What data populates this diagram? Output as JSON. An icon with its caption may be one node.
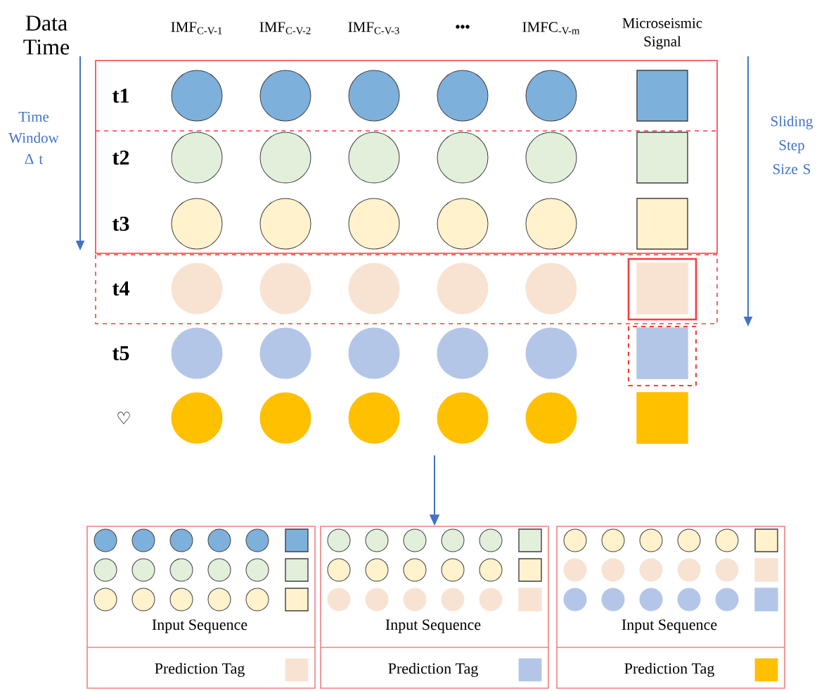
{
  "diagram": {
    "nodes": [
      {
        "text": [
          "Input Sequence",
          "Prediction Tag"
        ]
      },
      {
        "text": [
          "Input Sequence",
          "Prediction Tag"
        ]
      },
      {
        "text": [
          "Input Sequence",
          "Prediction Tag"
        ]
      }
    ],
    "edges": [
      {
        "from": null,
        "to": 1,
        "arrow": "to"
      }
    ],
    "labels": [
      "Data Time",
      "IMF$_{C-V-1}$",
      "IMF$_{C-V-2}$",
      "IMF$_{C-V-3}$",
      "•••",
      "IMFC$_{-V-m}$",
      "Microseismic Signal",
      "Time Window Δ t",
      "t1",
      "Sliding Step Size S",
      "t2",
      "t3",
      "t4",
      "t5",
      "♡"
    ]
  }
}
